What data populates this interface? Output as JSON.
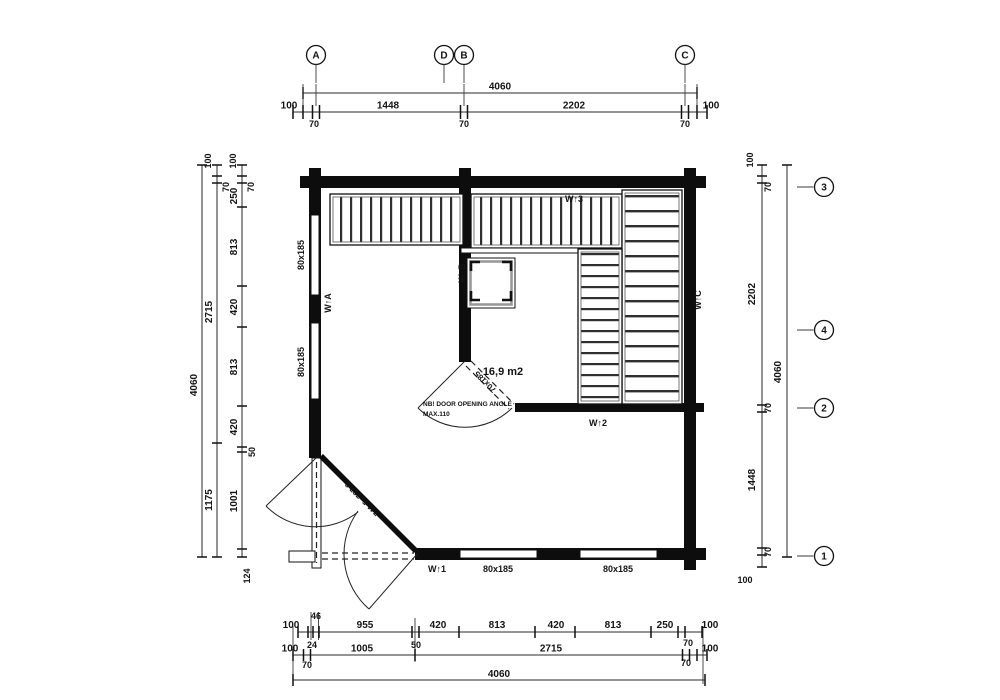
{
  "grid_bubbles": {
    "top": [
      "A",
      "D",
      "B",
      "C"
    ],
    "right": [
      "3",
      "4",
      "2",
      "1"
    ]
  },
  "dim_top": {
    "total": "4060",
    "segments": [
      "100",
      "1448",
      "2202",
      "100"
    ],
    "offsets": [
      "70",
      "70",
      "70"
    ]
  },
  "dim_bottom": {
    "row1": [
      "100",
      "46",
      "955",
      "420",
      "813",
      "420",
      "813",
      "250",
      "100"
    ],
    "row1_sub": [
      "24",
      "50",
      "70"
    ],
    "row2": [
      "100",
      "1005",
      "2715",
      "100"
    ],
    "row2_sub": [
      "70",
      "70"
    ],
    "total": "4060"
  },
  "dim_left": {
    "total": "4060",
    "outer": [
      "100",
      "70",
      "2715",
      "1175"
    ],
    "inner": [
      "100",
      "70",
      "250",
      "813",
      "420",
      "813",
      "420",
      "50",
      "1001",
      "124"
    ]
  },
  "dim_right": {
    "total": "4060",
    "inner": [
      "100",
      "70",
      "2202",
      "70",
      "1448",
      "70",
      "100"
    ]
  },
  "plan": {
    "room_area": "16,9 m2",
    "door_size": "70x185",
    "corner_door_size": "741,5x787,8",
    "door_note": [
      "NB! DOOR OPENING ANGLE",
      "MAX.110"
    ],
    "window_labels": {
      "left": [
        "80x185",
        "80x185"
      ],
      "bottom": [
        "80x185",
        "80x185"
      ]
    },
    "wall_marks": {
      "w1a": "W↑A",
      "w1b": "W↑B",
      "w1c": "W↑C",
      "w11": "W↑1",
      "w12": "W↑2",
      "w13": "W↑3"
    }
  }
}
